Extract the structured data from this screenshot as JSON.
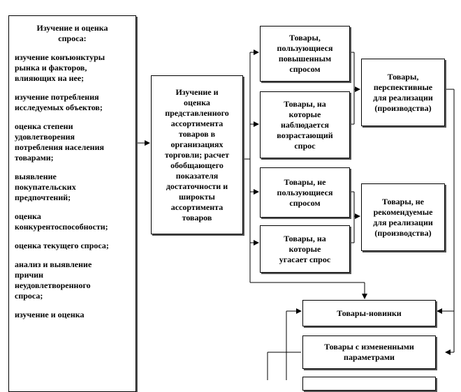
{
  "demand_study": {
    "heading": "Изучение и оценка\nспроса:",
    "items": [
      "изучение конъюнктуры\nрынка и факторов,\nвлияющих на нее;",
      "изучение потребления\nисследуемых объектов;",
      "оценка степени\nудовлетворения\nпотребления населения\nтоварами;",
      "выявление\nпокупательских\nпредпочтений;",
      "оценка\nконкурентоспособности;",
      "оценка текущего спроса;",
      "анализ и выявление\nпричин\nнеудовлетворенного\nспроса;",
      "изучение и оценка"
    ]
  },
  "assortment_study": "Изучение и\nоценка\nпредставленного\nассортимента\nтоваров в\nорганизациях\nторговли; расчет\nобобщающего\nпоказателя\nдостаточности и\nширокты\nассортимента\nтоваров",
  "categories": {
    "high_demand": "Товары,\nпользующиеся\nповышенным\nспросом",
    "growing_demand": "Товары, на\nкоторые\nнаблюдается\nвозрастающий\nспрос",
    "no_demand": "Товары, не\nпользующиеся\nспросом",
    "fading_demand": "Товары, на\nкоторые\nугасает спрос"
  },
  "outcomes": {
    "promising": "Товары,\nперспективные\nдля реализации\n(производства)",
    "not_recommended": "Товары, не\nрекомендуемые\nдля реализации\n(производства)"
  },
  "novelty": {
    "new_goods": "Товары-новинки",
    "changed_params": "Товары с измененными\nпараметрами"
  }
}
